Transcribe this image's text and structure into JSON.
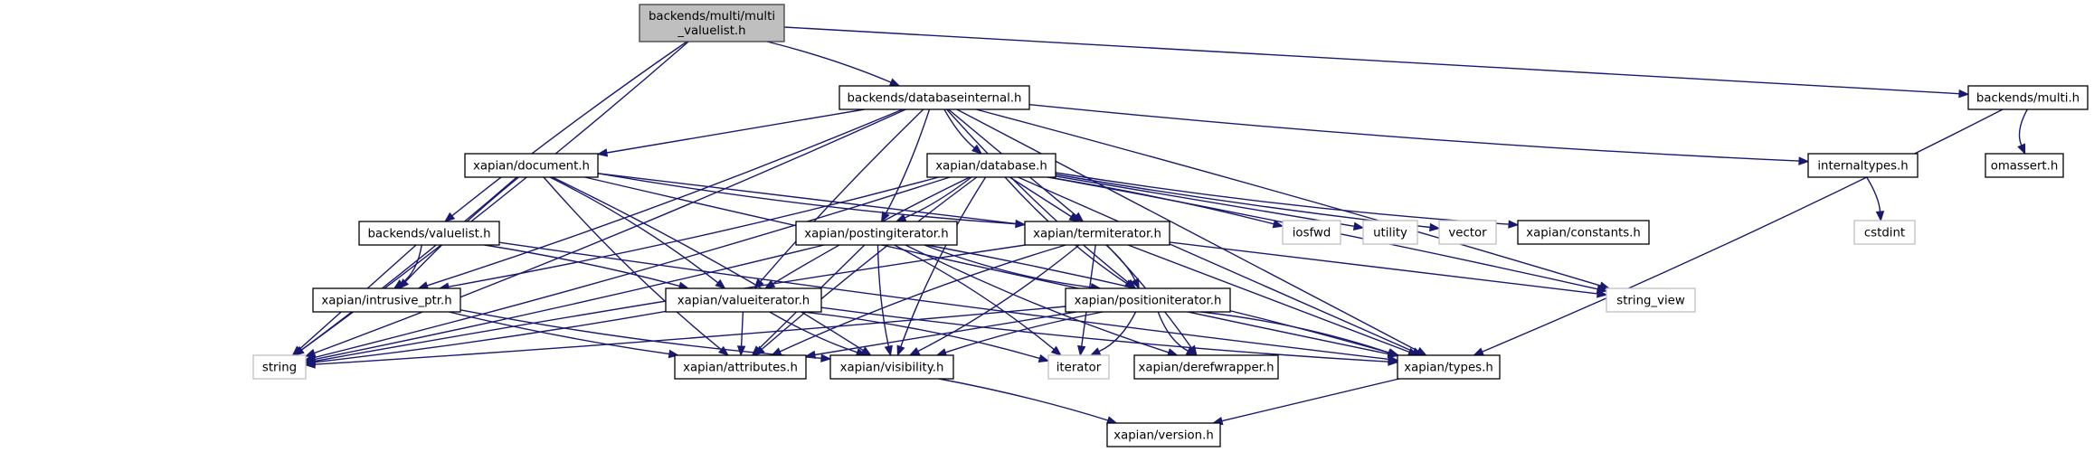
{
  "diagram": {
    "title": "Include dependency graph for backends/multi/multi_valuelist.h",
    "edge_color": "#191970",
    "root_fill": "#bfbfbf",
    "external_border": "#bfbfbf",
    "nodes": [
      {
        "id": "root",
        "lines": [
          "backends/multi/multi",
          "_valuelist.h"
        ],
        "kind": "root"
      },
      {
        "id": "databaseinternal",
        "lines": [
          "backends/databaseinternal.h"
        ],
        "kind": "project"
      },
      {
        "id": "multi",
        "lines": [
          "backends/multi.h"
        ],
        "kind": "project"
      },
      {
        "id": "omassert",
        "lines": [
          "omassert.h"
        ],
        "kind": "project"
      },
      {
        "id": "internaltypes",
        "lines": [
          "internaltypes.h"
        ],
        "kind": "project"
      },
      {
        "id": "cstdint",
        "lines": [
          "cstdint"
        ],
        "kind": "external"
      },
      {
        "id": "document",
        "lines": [
          "xapian/document.h"
        ],
        "kind": "project"
      },
      {
        "id": "database",
        "lines": [
          "xapian/database.h"
        ],
        "kind": "project"
      },
      {
        "id": "valuelist",
        "lines": [
          "backends/valuelist.h"
        ],
        "kind": "project"
      },
      {
        "id": "postingiterator",
        "lines": [
          "xapian/postingiterator.h"
        ],
        "kind": "project"
      },
      {
        "id": "termiterator",
        "lines": [
          "xapian/termiterator.h"
        ],
        "kind": "project"
      },
      {
        "id": "iosfwd",
        "lines": [
          "iosfwd"
        ],
        "kind": "external"
      },
      {
        "id": "utility",
        "lines": [
          "utility"
        ],
        "kind": "external"
      },
      {
        "id": "vector",
        "lines": [
          "vector"
        ],
        "kind": "external"
      },
      {
        "id": "constants",
        "lines": [
          "xapian/constants.h"
        ],
        "kind": "project"
      },
      {
        "id": "intrusive_ptr",
        "lines": [
          "xapian/intrusive_ptr.h"
        ],
        "kind": "project"
      },
      {
        "id": "valueiterator",
        "lines": [
          "xapian/valueiterator.h"
        ],
        "kind": "project"
      },
      {
        "id": "positioniterator",
        "lines": [
          "xapian/positioniterator.h"
        ],
        "kind": "project"
      },
      {
        "id": "string_view",
        "lines": [
          "string_view"
        ],
        "kind": "external"
      },
      {
        "id": "string",
        "lines": [
          "string"
        ],
        "kind": "external"
      },
      {
        "id": "attributes",
        "lines": [
          "xapian/attributes.h"
        ],
        "kind": "project"
      },
      {
        "id": "visibility",
        "lines": [
          "xapian/visibility.h"
        ],
        "kind": "project"
      },
      {
        "id": "iterator",
        "lines": [
          "iterator"
        ],
        "kind": "external"
      },
      {
        "id": "derefwrapper",
        "lines": [
          "xapian/derefwrapper.h"
        ],
        "kind": "project"
      },
      {
        "id": "types",
        "lines": [
          "xapian/types.h"
        ],
        "kind": "project"
      },
      {
        "id": "version",
        "lines": [
          "xapian/version.h"
        ],
        "kind": "project"
      }
    ],
    "edges": [
      [
        "root",
        "string"
      ],
      [
        "root",
        "databaseinternal"
      ],
      [
        "root",
        "multi"
      ],
      [
        "root",
        "valuelist"
      ],
      [
        "multi",
        "omassert"
      ],
      [
        "multi",
        "types"
      ],
      [
        "internaltypes",
        "cstdint"
      ],
      [
        "databaseinternal",
        "document"
      ],
      [
        "databaseinternal",
        "database"
      ],
      [
        "databaseinternal",
        "internaltypes"
      ],
      [
        "databaseinternal",
        "intrusive_ptr"
      ],
      [
        "databaseinternal",
        "postingiterator"
      ],
      [
        "databaseinternal",
        "termiterator"
      ],
      [
        "databaseinternal",
        "valueiterator"
      ],
      [
        "databaseinternal",
        "positioniterator"
      ],
      [
        "databaseinternal",
        "string"
      ],
      [
        "databaseinternal",
        "string_view"
      ],
      [
        "databaseinternal",
        "types"
      ],
      [
        "document",
        "intrusive_ptr"
      ],
      [
        "document",
        "termiterator"
      ],
      [
        "document",
        "valueiterator"
      ],
      [
        "document",
        "string"
      ],
      [
        "document",
        "string_view"
      ],
      [
        "document",
        "types"
      ],
      [
        "document",
        "attributes"
      ],
      [
        "document",
        "visibility"
      ],
      [
        "database",
        "iosfwd"
      ],
      [
        "database",
        "utility"
      ],
      [
        "database",
        "vector"
      ],
      [
        "database",
        "constants"
      ],
      [
        "database",
        "intrusive_ptr"
      ],
      [
        "database",
        "postingiterator"
      ],
      [
        "database",
        "termiterator"
      ],
      [
        "database",
        "valueiterator"
      ],
      [
        "database",
        "positioniterator"
      ],
      [
        "database",
        "string"
      ],
      [
        "database",
        "string_view"
      ],
      [
        "database",
        "types"
      ],
      [
        "database",
        "attributes"
      ],
      [
        "database",
        "visibility"
      ],
      [
        "valuelist",
        "intrusive_ptr"
      ],
      [
        "valuelist",
        "valueiterator"
      ],
      [
        "valuelist",
        "string"
      ],
      [
        "valuelist",
        "types"
      ],
      [
        "postingiterator",
        "positioniterator"
      ],
      [
        "postingiterator",
        "iterator"
      ],
      [
        "postingiterator",
        "string"
      ],
      [
        "postingiterator",
        "attributes"
      ],
      [
        "postingiterator",
        "visibility"
      ],
      [
        "postingiterator",
        "derefwrapper"
      ],
      [
        "postingiterator",
        "types"
      ],
      [
        "termiterator",
        "positioniterator"
      ],
      [
        "termiterator",
        "iterator"
      ],
      [
        "termiterator",
        "string"
      ],
      [
        "termiterator",
        "attributes"
      ],
      [
        "termiterator",
        "visibility"
      ],
      [
        "termiterator",
        "derefwrapper"
      ],
      [
        "termiterator",
        "types"
      ],
      [
        "intrusive_ptr",
        "attributes"
      ],
      [
        "intrusive_ptr",
        "visibility"
      ],
      [
        "valueiterator",
        "iterator"
      ],
      [
        "valueiterator",
        "string"
      ],
      [
        "valueiterator",
        "attributes"
      ],
      [
        "valueiterator",
        "visibility"
      ],
      [
        "valueiterator",
        "types"
      ],
      [
        "positioniterator",
        "iterator"
      ],
      [
        "positioniterator",
        "string"
      ],
      [
        "positioniterator",
        "attributes"
      ],
      [
        "positioniterator",
        "visibility"
      ],
      [
        "positioniterator",
        "derefwrapper"
      ],
      [
        "positioniterator",
        "types"
      ],
      [
        "visibility",
        "version"
      ],
      [
        "types",
        "version"
      ]
    ]
  }
}
